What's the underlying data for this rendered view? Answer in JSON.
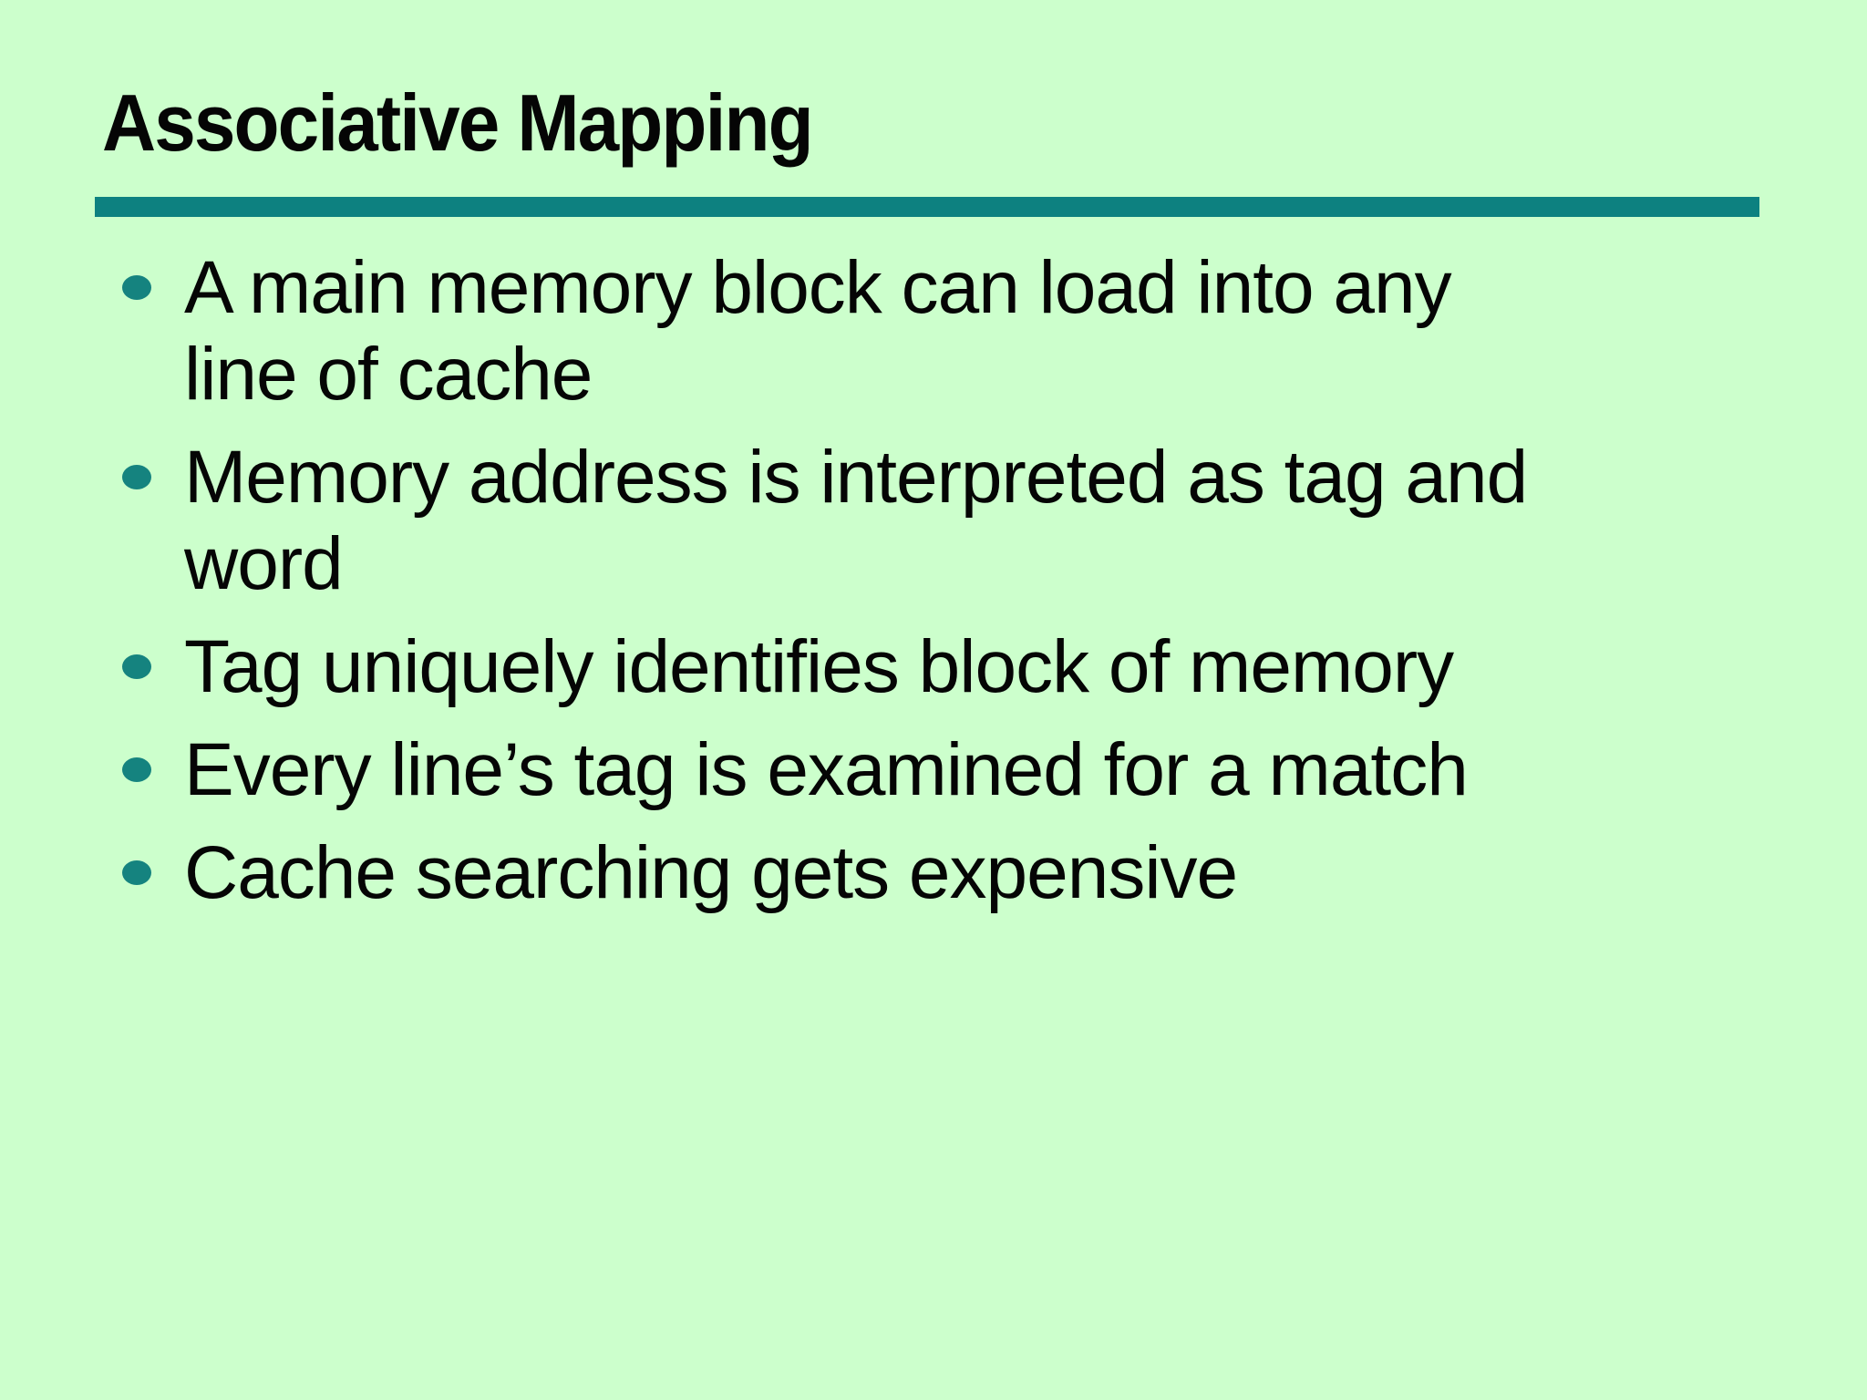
{
  "slide": {
    "title": "Associative Mapping",
    "bullets": [
      {
        "lines": [
          "A main memory block can load into any",
          "line of cache"
        ]
      },
      {
        "lines": [
          "Memory address is interpreted as tag and",
          "word"
        ]
      },
      {
        "lines": [
          "Tag uniquely identifies block of memory"
        ]
      },
      {
        "lines": [
          "Every line’s tag is examined for a match"
        ]
      },
      {
        "lines": [
          "Cache searching gets expensive"
        ]
      }
    ],
    "colors": {
      "background": "#ccffcc",
      "accent_teal": "#0d8180",
      "bullet_teal": "#15837f",
      "text": "#050505"
    }
  }
}
